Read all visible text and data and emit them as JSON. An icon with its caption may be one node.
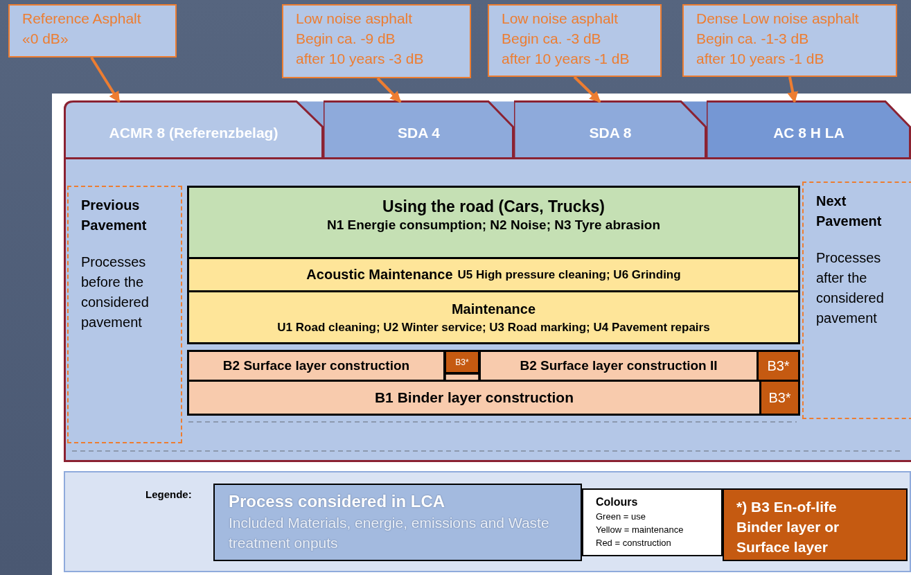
{
  "diagram": {
    "nodes": [
      {
        "text": [
          "Reference Asphalt",
          "«0 dB»"
        ]
      },
      {
        "text": [
          "Low noise asphalt",
          "Begin ca. -9 dB",
          "after 10 years -3 dB"
        ]
      },
      {
        "text": [
          "Low noise asphalt",
          "Begin ca. -3 dB",
          "after 10 years -1 dB"
        ]
      },
      {
        "text": [
          "Dense Low noise asphalt",
          "Begin ca. -1-3 dB",
          "after 10 years -1 dB"
        ]
      },
      {
        "text": [],
        "shape": "box"
      },
      {
        "text": [
          "ACMR 8 (Referenzbelag)"
        ],
        "in": 4
      },
      {
        "text": [
          "SDA 4"
        ],
        "in": 4
      },
      {
        "text": [
          "SDA 8"
        ],
        "in": 4
      },
      {
        "text": [
          "AC 8 H LA"
        ],
        "in": 4
      },
      {
        "text": [
          "Previous Pavement",
          "Processes before the considered pavement"
        ],
        "in": 4
      },
      {
        "text": [
          "Next Pavement",
          "Processes after the considered pavement"
        ],
        "in": 4
      },
      {
        "text": [
          "Using the road (Cars, Trucks)",
          "N1 Energie consumption; N2 Noise; N3 Tyre abrasion"
        ],
        "in": 4
      },
      {
        "text": [
          "Acoustic Maintenance",
          "U5 High pressure cleaning; U6 Grinding"
        ],
        "in": 4
      },
      {
        "text": [
          "Maintenance",
          "U1 Road cleaning; U2 Winter service; U3 Road marking; U4 Pavement repairs"
        ],
        "in": 4
      },
      {
        "text": [
          "B2 Surface layer construction"
        ],
        "in": 4
      },
      {
        "text": [
          "B3*"
        ],
        "in": 4
      },
      {
        "text": [
          "B2 Surface layer construction II"
        ],
        "in": 4
      },
      {
        "text": [
          "B3*"
        ],
        "in": 4
      },
      {
        "text": [
          "B1 Binder layer construction"
        ],
        "in": 4
      },
      {
        "text": [
          "B3*"
        ],
        "in": 4
      },
      {
        "text": [
          "Process considered in LCA",
          "Included Materials, energie, emissions and Waste treatment onputs"
        ]
      },
      {
        "text": [
          "Colours",
          "Green = use",
          "Yellow = maintenance",
          "Red = construction"
        ]
      },
      {
        "text": [
          "*) B3 En-of-life Binder layer or Surface layer"
        ]
      }
    ],
    "edges": [
      {
        "from": 0,
        "to": 5,
        "arrow": "to"
      },
      {
        "from": 1,
        "to": 6,
        "arrow": "to"
      },
      {
        "from": 2,
        "to": 7,
        "arrow": "to"
      },
      {
        "from": 3,
        "to": 8,
        "arrow": "to"
      }
    ],
    "labels": [
      "Legende:"
    ]
  }
}
